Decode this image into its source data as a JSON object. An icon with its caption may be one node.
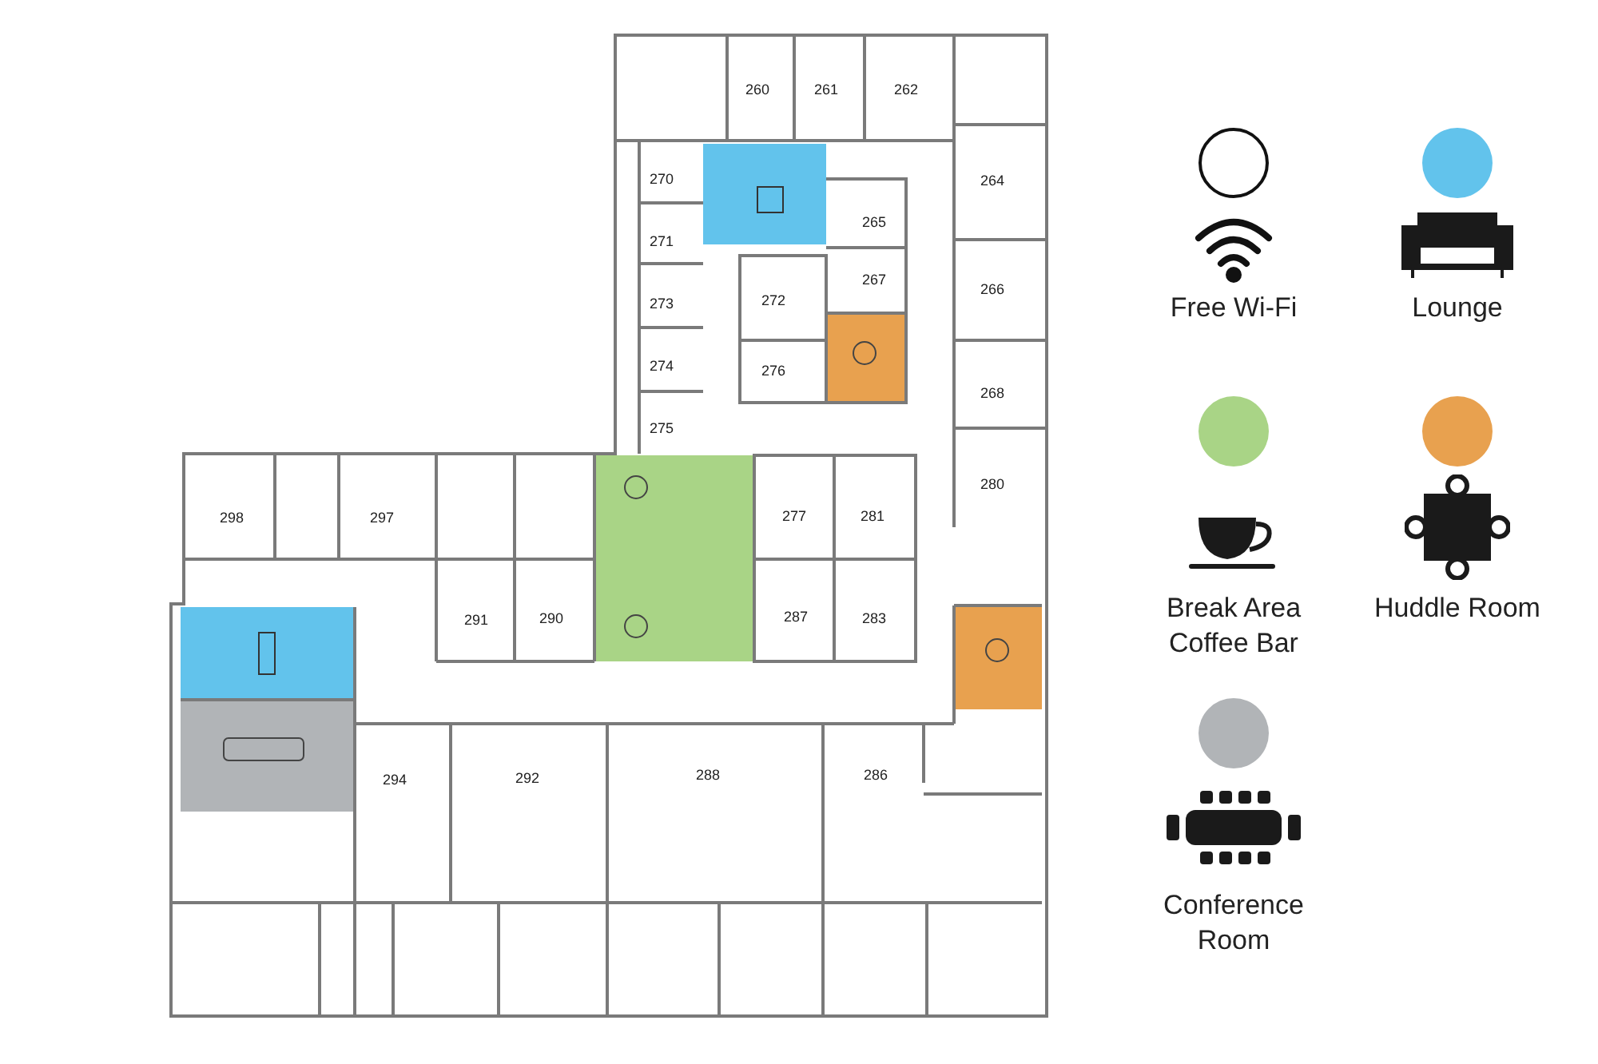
{
  "diagram": {
    "labels": [
      "260",
      "261",
      "262",
      "270",
      "264",
      "265",
      "271",
      "267",
      "266",
      "273",
      "272",
      "274",
      "276",
      "268",
      "275",
      "280",
      "298",
      "297",
      "277",
      "281",
      "291",
      "290",
      "287",
      "283",
      "294",
      "292",
      "288",
      "286"
    ],
    "legend": [
      {
        "text": "Free Wi-Fi",
        "color": "#ffffff"
      },
      {
        "text": "Lounge",
        "color": "#62c3ec"
      },
      {
        "text": "Break Area Coffee Bar",
        "color": "#a9d486"
      },
      {
        "text": "Huddle Room",
        "color": "#e8a14f"
      },
      {
        "text": "Conference Room",
        "color": "#b1b4b7"
      }
    ]
  }
}
